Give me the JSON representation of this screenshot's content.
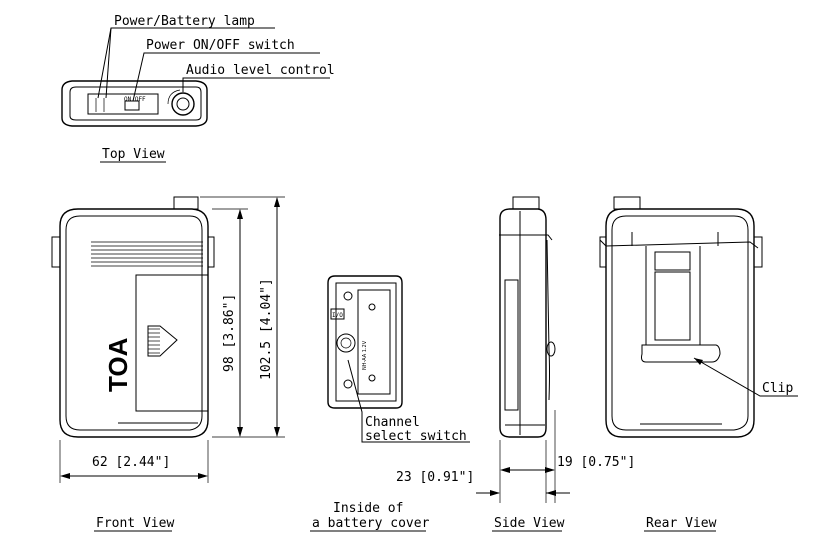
{
  "callouts": {
    "power_lamp": "Power/Battery lamp",
    "power_switch": "Power ON/OFF switch",
    "audio_level": "Audio level control",
    "channel_line1": "Channel",
    "channel_line2": "select switch",
    "clip": "Clip"
  },
  "top_view": {
    "label": "Top View",
    "switch_text": "ON OFF"
  },
  "front_view": {
    "label": "Front View",
    "logo": "TOA",
    "dim_width": "62 [2.44\"]",
    "dim_height_inner": "98 [3.86\"]",
    "dim_height_outer": "102.5 [4.04\"]"
  },
  "battery_cover": {
    "label_line1": "Inside of",
    "label_line2": "a battery cover",
    "io_mark": "I/O",
    "rating_text": "NH-AA 1.2V"
  },
  "side_view": {
    "label": "Side View",
    "dim_depth": "23 [0.91\"]",
    "dim_clip": "19 [0.75\"]"
  },
  "rear_view": {
    "label": "Rear View"
  }
}
